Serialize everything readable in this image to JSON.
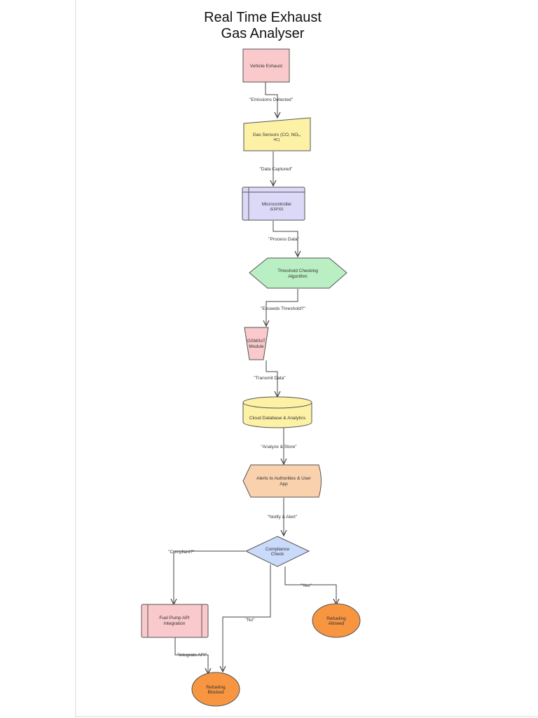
{
  "title": {
    "line1": "Real Time Exhaust",
    "line2": "Gas Analyser"
  },
  "nodes": {
    "vehicle_exhaust": {
      "label": "Vehicle Exhaust",
      "fill": "#f9c9cc"
    },
    "gas_sensors": {
      "label": "Gas Sensors (CO, NOₓ,",
      "sublabel": "HC)",
      "fill": "#fdf1a6"
    },
    "microcontroller": {
      "label": "Microcontroller",
      "sublabel": "(ESP32)",
      "fill": "#dcd9f8"
    },
    "threshold_checking": {
      "label": "Threshold Checking",
      "sublabel": "Algorithm",
      "fill": "#b9efc2"
    },
    "gsm_iot_module": {
      "label": "GSM/IoT",
      "sublabel": "Module",
      "fill": "#f9c9cc"
    },
    "cloud_database": {
      "label": "Cloud Database & Analytics",
      "fill": "#fdf1a6"
    },
    "alerts": {
      "label": "Alerts to Authorities & User",
      "sublabel": "App",
      "fill": "#fad1ad"
    },
    "compliance_check": {
      "label": "Compliance",
      "sublabel": "Check",
      "fill": "#c9dafb"
    },
    "fuel_pump_api": {
      "label": "Fuel Pump API",
      "sublabel": "Integration",
      "fill": "#f9c9cc"
    },
    "refueling_allowed": {
      "label": "Refueling",
      "sublabel": "Allowed",
      "fill": "#f79541"
    },
    "refueling_blocked": {
      "label": "Refueling",
      "sublabel": "Blocked",
      "fill": "#f79541"
    }
  },
  "edges": {
    "emissions_detected": "\"Emissions Detected\"",
    "data_captured": "\"Data Captured\"",
    "process_data": "\"Process Data\"",
    "exceeds_threshold": "\"Exceeds Threshold?\"",
    "transmit_data": "\"Transmit Data\"",
    "analyze_store": "\"Analyze & Store\"",
    "notify_alert": "\"Notify & Alert\"",
    "compliant": "\"Compliant?\"",
    "yes": "\"Yes\"",
    "no": "\"No\"",
    "integrate_api": "\"Integrate API\""
  },
  "colors": {
    "line": "#444444",
    "node_stroke": "#555555",
    "text": "#333333",
    "sheet_border": "#d9d9d9"
  }
}
